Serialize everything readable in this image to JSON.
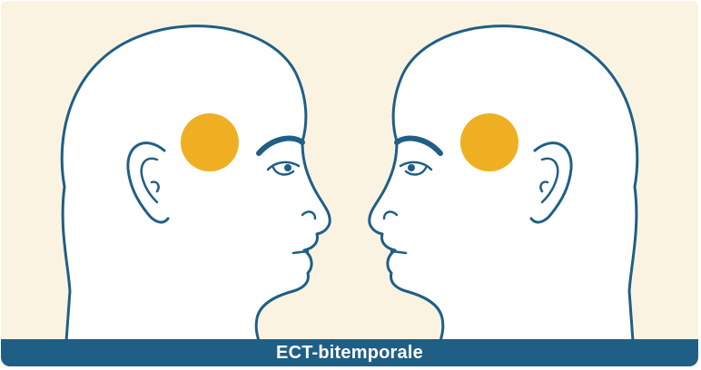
{
  "caption": "ECT-bitemporale",
  "colors": {
    "background": "#fbf3e1",
    "outline": "#1f5f86",
    "face_fill": "#ffffff",
    "electrode": "#eeb022",
    "caption_bar": "#1f5f86",
    "caption_text": "#ffffff"
  },
  "figures": [
    {
      "label": "left-head",
      "facing": "right",
      "electrode": "temple"
    },
    {
      "label": "right-head",
      "facing": "left",
      "electrode": "temple"
    }
  ]
}
